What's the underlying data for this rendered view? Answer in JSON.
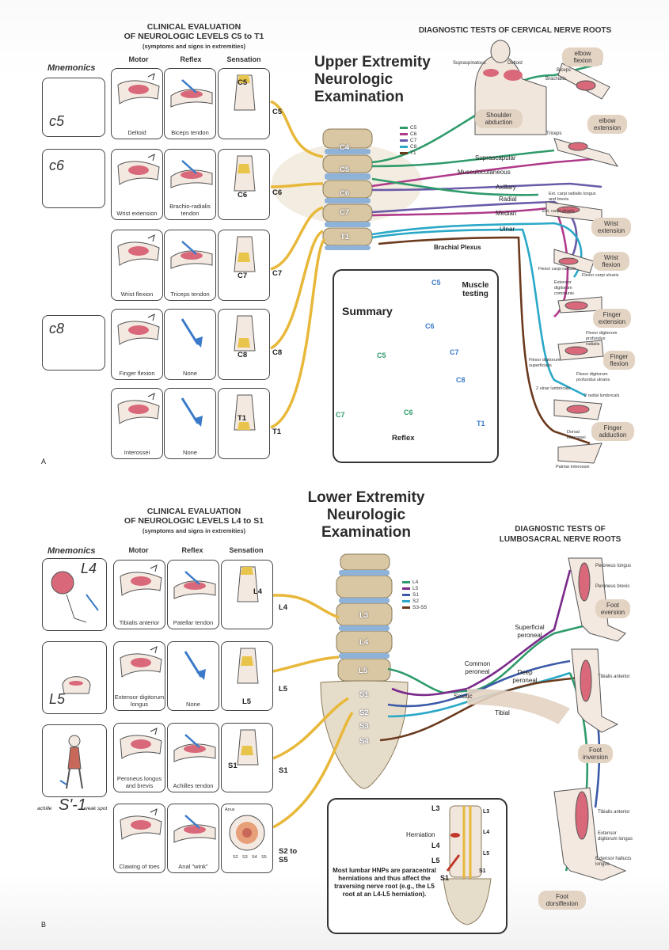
{
  "upper": {
    "eval_title_1": "CLINICAL EVALUATION",
    "eval_title_2": "OF NEUROLOGIC LEVELS C5 to T1",
    "eval_subtitle": "(symptoms and signs in extremities)",
    "col_mnemonics": "Mnemonics",
    "col_motor": "Motor",
    "col_reflex": "Reflex",
    "col_sensation": "Sensation",
    "main_title": [
      "Upper Extremity",
      "Neurologic",
      "Examination"
    ],
    "diag_title": "DIAGNOSTIC TESTS OF CERVICAL NERVE ROOTS",
    "mnemonic_codes": [
      "c5",
      "c6",
      "c8"
    ],
    "rows": [
      {
        "motor": "Deltoid",
        "reflex": "Biceps tendon",
        "level": "C5"
      },
      {
        "motor": "Wrist extension",
        "reflex": "Brachio-radialis tendon",
        "level": "C6"
      },
      {
        "motor": "Wrist flexion",
        "reflex": "Triceps tendon",
        "level": "C7"
      },
      {
        "motor": "Finger flexion",
        "reflex": "None",
        "level": "C8"
      },
      {
        "motor": "Interossei",
        "reflex": "None",
        "level": "T1"
      }
    ],
    "vertebrae": [
      "C4",
      "C5",
      "C6",
      "C7",
      "T1"
    ],
    "legend": [
      {
        "label": "C5",
        "color": "#2e9a6a"
      },
      {
        "label": "C6",
        "color": "#b03a8a"
      },
      {
        "label": "C7",
        "color": "#6a5aa8"
      },
      {
        "label": "C8",
        "color": "#2aa8c8"
      },
      {
        "label": "T1",
        "color": "#6b3a1e"
      }
    ],
    "nerves": [
      "Suprascapular",
      "Musculocutaneous",
      "Axillary",
      "Radial",
      "Median",
      "Ulnar"
    ],
    "plexus_label": "Brachial Plexus",
    "muscle_labels": [
      "Supraspinatous",
      "Deltoid",
      "Biceps",
      "Brachialis",
      "Triceps",
      "Ext. carpi radialis longus and brevis",
      "Ext. carpi ulnaris",
      "Flexor carpi radialis",
      "Flexor carpi ulnaris",
      "Extensor digitorum communis",
      "Flexor digitorum profundus radialis",
      "Flexor digitorum superficialis",
      "Flexor digitorum profundus ulnaris",
      "2 ulnar lumbricals",
      "2 radial lumbricals",
      "Dorsal interossei",
      "Palmar interossei"
    ],
    "tests": [
      "elbow flexion",
      "Shoulder abduction",
      "elbow extension",
      "Wrist extension",
      "Wrist flexion",
      "Finger extension",
      "Finger flexion",
      "Finger adduction"
    ],
    "summary": {
      "title": "Summary",
      "muscle_testing": "Muscle testing",
      "reflex": "Reflex",
      "labels": [
        "C5",
        "C6",
        "C7",
        "C8",
        "T1",
        "C5",
        "C6",
        "C7"
      ]
    },
    "panel_letter": "A"
  },
  "lower": {
    "eval_title_1": "CLINICAL EVALUATION",
    "eval_title_2": "OF NEUROLOGIC LEVELS L4 to S1",
    "eval_subtitle": "(symptoms and signs in extremities)",
    "col_mnemonics": "Mnemonics",
    "col_motor": "Motor",
    "col_reflex": "Reflex",
    "col_sensation": "Sensation",
    "main_title": [
      "Lower Extremity",
      "Neurologic",
      "Examination"
    ],
    "diag_title": [
      "DIAGNOSTIC TESTS OF",
      "LUMBOSACRAL NERVE ROOTS"
    ],
    "mnemonic_codes": [
      "L4",
      "L5",
      "S'-1"
    ],
    "achilles_note_left": "achille",
    "achilles_note_right": "weak spot",
    "rows": [
      {
        "motor": "Tibialis anterior",
        "reflex": "Patellar tendon",
        "level": "L4"
      },
      {
        "motor": "Extensor digitorum longus",
        "reflex": "None",
        "level": "L5"
      },
      {
        "motor": "Peroneus longus and brevis",
        "reflex": "Achilles tendon",
        "level": "S1"
      },
      {
        "motor": "Clawing of toes",
        "reflex": "Anal \"wink\"",
        "level": "S2 to S5"
      }
    ],
    "sensation_labels": [
      "L4",
      "L5",
      "S1"
    ],
    "anal_labels": [
      "Anus",
      "S2",
      "S3",
      "S4",
      "S5"
    ],
    "vertebrae": [
      "L3",
      "L4",
      "L5",
      "S1",
      "S2",
      "S3",
      "S4"
    ],
    "legend": [
      {
        "label": "L4",
        "color": "#2e9a6a"
      },
      {
        "label": "L5",
        "color": "#7a2a8a"
      },
      {
        "label": "S1",
        "color": "#3a5aa8"
      },
      {
        "label": "S2",
        "color": "#2aa8c8"
      },
      {
        "label": "S3-S5",
        "color": "#6b3a1e"
      }
    ],
    "nerves": [
      "Superficial peroneal",
      "Common peroneal",
      "Deep peroneal",
      "Sciatic",
      "Tibial"
    ],
    "muscle_labels": [
      "Peroneus longus",
      "Peroneus brevis",
      "Tibialis anterior",
      "Tibialis anterior",
      "Extensor digitorum longus",
      "Extensor hallucis longus"
    ],
    "tests": [
      "Foot eversion",
      "Foot inversion",
      "Foot dorsiflexion"
    ],
    "inset": {
      "labels_left": [
        "L3",
        "Herniation",
        "L4",
        "L5",
        "S1"
      ],
      "labels_right": [
        "L3",
        "L4",
        "L5",
        "S1"
      ],
      "text": "Most lumbar HNPs are paracentral herniations and thus affect the traversing nerve root (e.g., the L5 root at an L4-L5 herniation)."
    },
    "panel_letter": "B"
  }
}
